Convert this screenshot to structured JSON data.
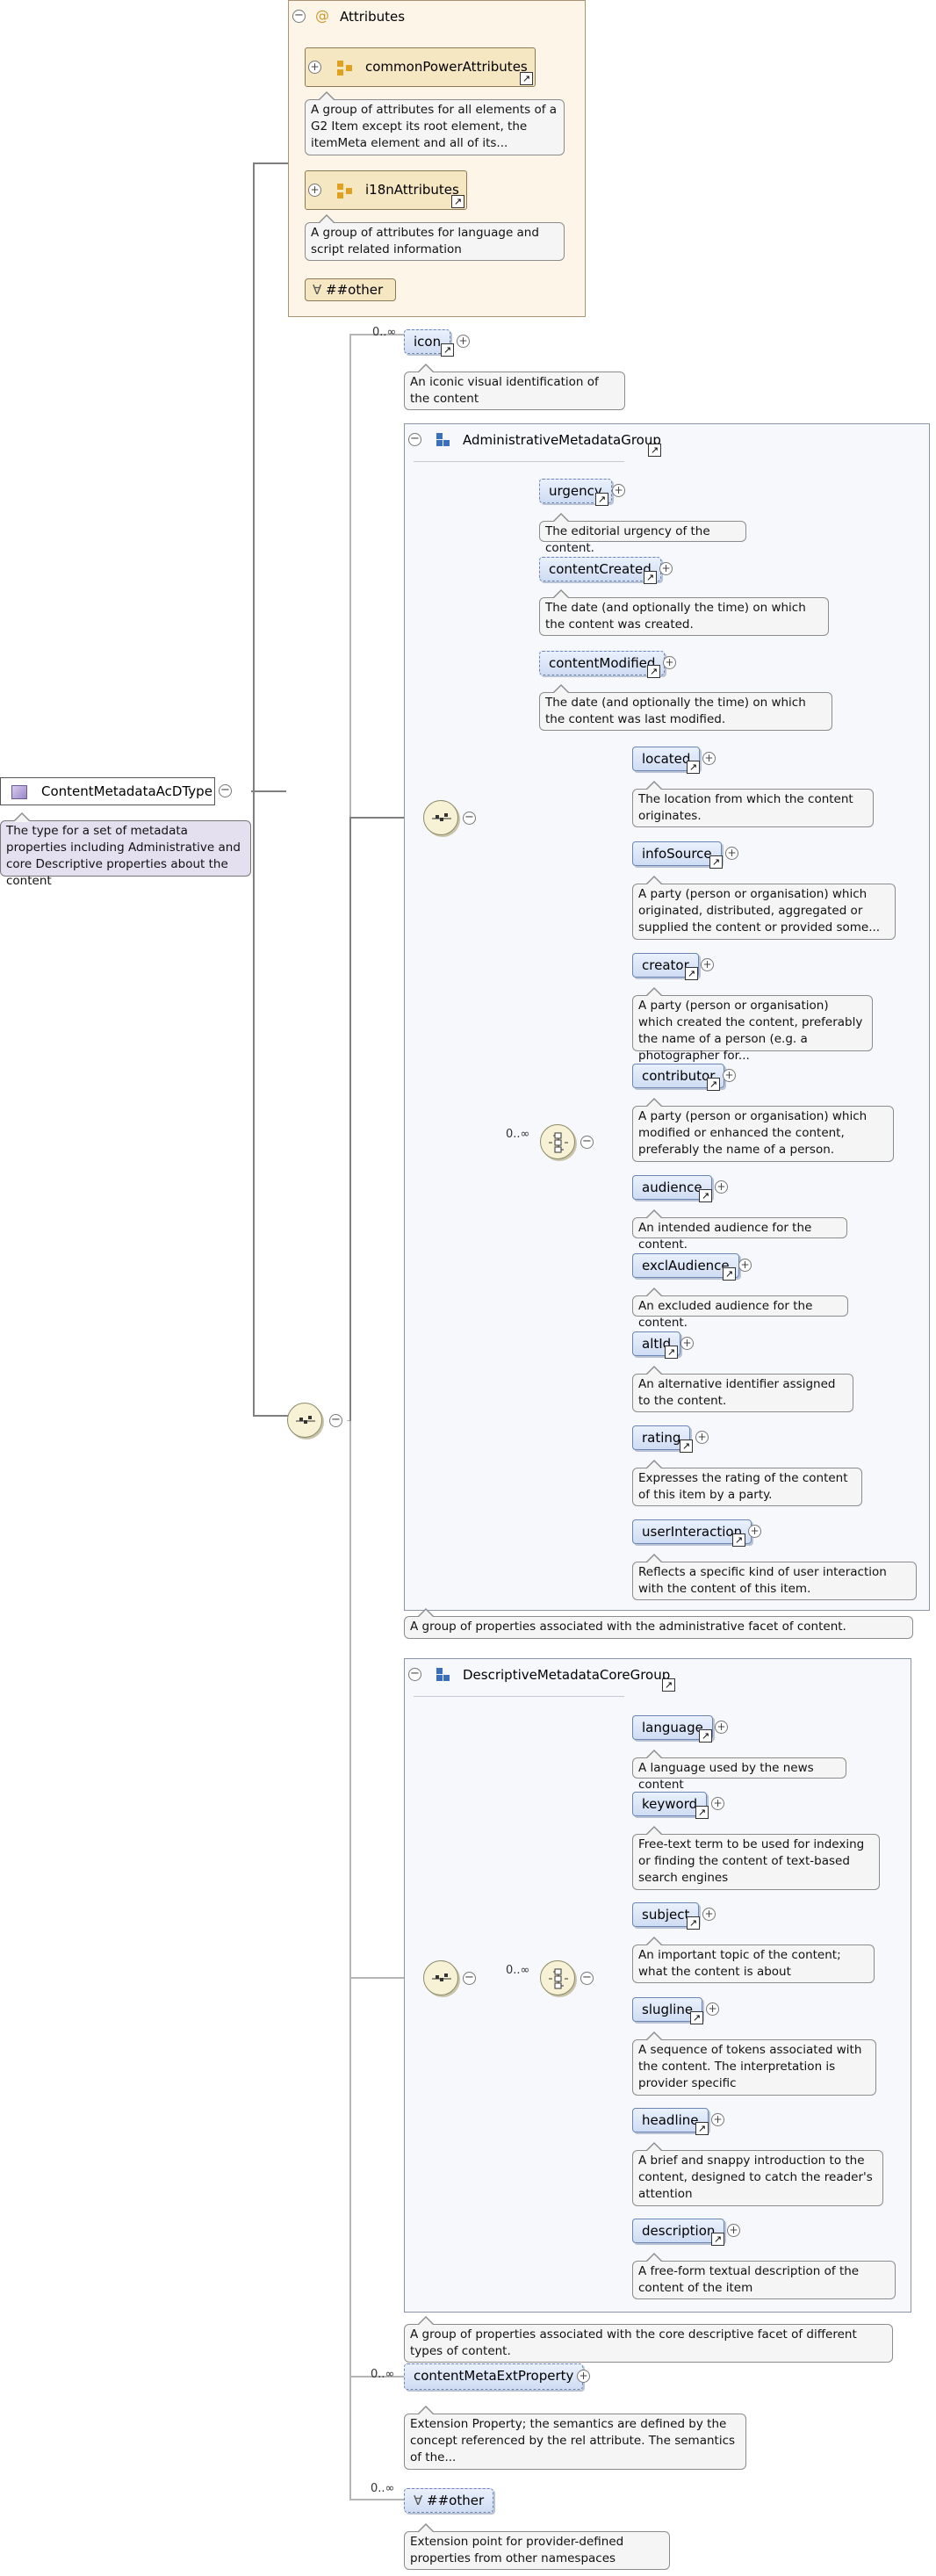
{
  "root": {
    "name": "ContentMetadataAcDType",
    "doc": "The type for a set of metadata properties including Administrative and core Descriptive properties about the content"
  },
  "attributes": {
    "title": "Attributes",
    "items": [
      {
        "name": "commonPowerAttributes",
        "doc": "A group of attributes for all elements of a G2 Item except its root element, the itemMeta element and all of its..."
      },
      {
        "name": "i18nAttributes",
        "doc": "A group of attributes for language and script related information"
      }
    ],
    "other": "##other"
  },
  "icon_el": {
    "card": "0..∞",
    "name": "icon",
    "doc": "An iconic visual identification of the content"
  },
  "admin": {
    "title": "AdministrativeMetadataGroup",
    "doc": "A group of properties associated with the administrative facet of content.",
    "seq": [
      {
        "name": "urgency",
        "doc": "The editorial urgency of the content."
      },
      {
        "name": "contentCreated",
        "doc": "The date (and optionally the time) on which the content was created."
      },
      {
        "name": "contentModified",
        "doc": "The date (and optionally the time) on which the content was last modified."
      }
    ],
    "choice_card": "0..∞",
    "choice": [
      {
        "name": "located",
        "doc": "The location from which the content originates."
      },
      {
        "name": "infoSource",
        "doc": "A party (person or organisation) which originated, distributed, aggregated or supplied the content or provided some..."
      },
      {
        "name": "creator",
        "doc": "A party (person or organisation) which created the content, preferably the name of a person (e.g. a photographer for..."
      },
      {
        "name": "contributor",
        "doc": "A party (person or organisation) which modified or enhanced the content, preferably the name of a person."
      },
      {
        "name": "audience",
        "doc": "An intended audience for the content."
      },
      {
        "name": "exclAudience",
        "doc": "An excluded audience for the content."
      },
      {
        "name": "altId",
        "doc": "An alternative identifier assigned to the content."
      },
      {
        "name": "rating",
        "doc": "Expresses the rating of the content of this item by a party."
      },
      {
        "name": "userInteraction",
        "doc": "Reflects a specific kind of user interaction with the content of this item."
      }
    ]
  },
  "desc": {
    "title": "DescriptiveMetadataCoreGroup",
    "doc": "A group of properties associated with the core descriptive facet of different types of content.",
    "choice_card": "0..∞",
    "choice": [
      {
        "name": "language",
        "doc": "A language used by the news content"
      },
      {
        "name": "keyword",
        "doc": "Free-text term to be used for indexing or finding the content of text-based search engines"
      },
      {
        "name": "subject",
        "doc": "An important topic of the content; what the content is about"
      },
      {
        "name": "slugline",
        "doc": "A sequence of tokens associated with the content. The interpretation is provider specific"
      },
      {
        "name": "headline",
        "doc": "A brief and snappy introduction to the content, designed to catch the reader's attention"
      },
      {
        "name": "description",
        "doc": "A free-form textual description of the content of the item"
      }
    ]
  },
  "ext": {
    "card": "0..∞",
    "name": "contentMetaExtProperty",
    "doc": "Extension Property; the semantics are defined by the concept referenced by the rel attribute. The semantics of the..."
  },
  "any": {
    "card": "0..∞",
    "name": "##other",
    "doc": "Extension point for provider-defined properties from other namespaces"
  },
  "colors": {
    "element_fill": "#cfdcf3",
    "attr_fill": "#fdf6e8",
    "group_fill": "#f7f8fb",
    "doc_fill": "#f5f5f5",
    "root_doc_fill": "#e4e0f0"
  }
}
